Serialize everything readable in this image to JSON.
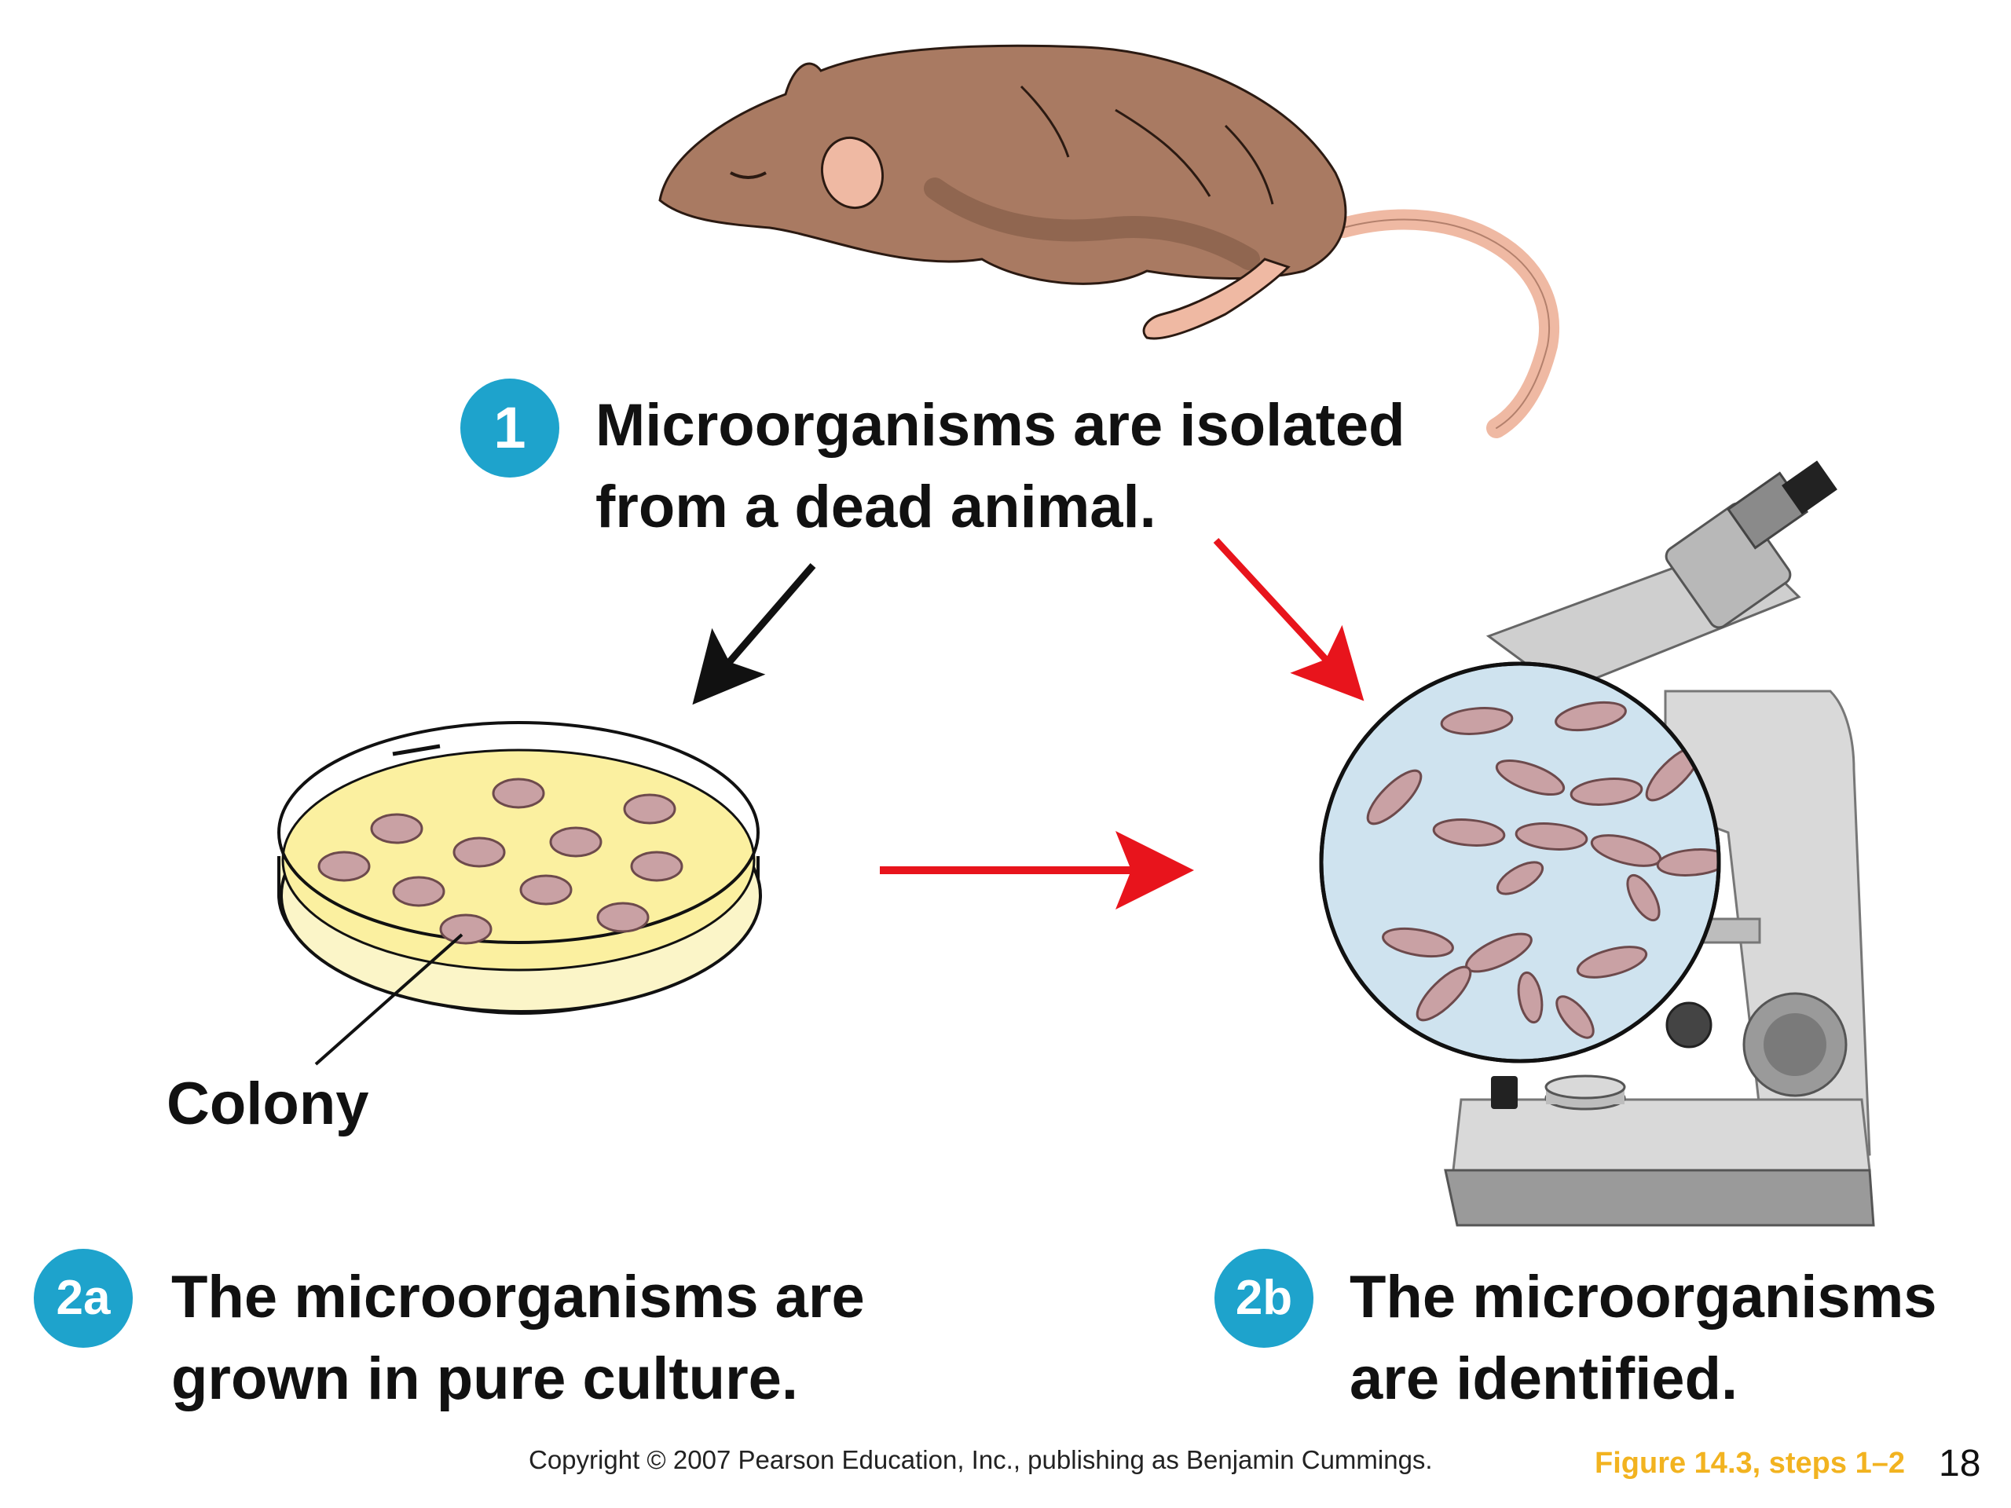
{
  "steps": {
    "step1": {
      "badge": "1",
      "line1": "Microorganisms are isolated",
      "line2": "from a dead animal."
    },
    "step2a": {
      "badge": "2a",
      "line1": "The microorganisms are",
      "line2": "grown in pure culture."
    },
    "step2b": {
      "badge": "2b",
      "line1": "The microorganisms",
      "line2": "are identified."
    }
  },
  "labels": {
    "colony": "Colony"
  },
  "footer": {
    "copyright": "Copyright © 2007 Pearson Education, Inc., publishing as Benjamin Cummings.",
    "figure_ref": "Figure 14.3, steps 1–2",
    "slide_number": "18"
  },
  "colors": {
    "badge": "#1ea3cc",
    "arrow_red": "#e8141c",
    "arrow_black": "#111111",
    "agar": "#fbf0a0",
    "colony": "#c9a1a4",
    "microscope_view": "#cfe3ef",
    "mouse_fur": "#a97a62",
    "mouse_tail": "#efb9a3",
    "figure_ref": "#f2b320"
  }
}
